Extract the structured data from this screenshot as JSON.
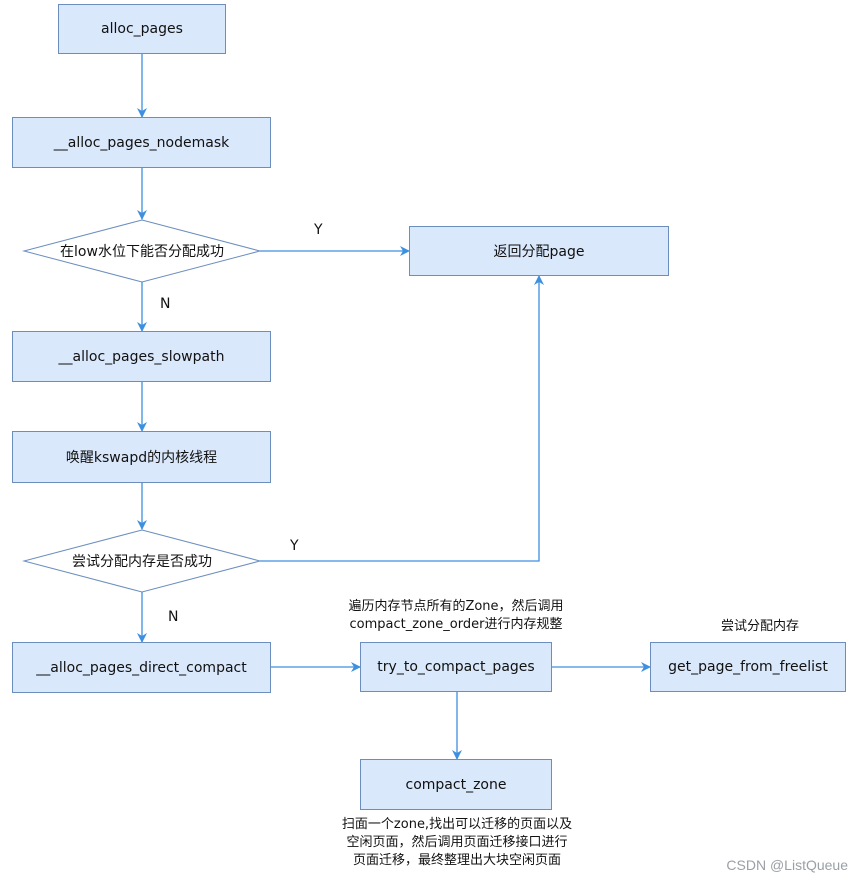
{
  "nodes": {
    "alloc_pages": "alloc_pages",
    "alloc_pages_nodemask": "__alloc_pages_nodemask",
    "decision_low_watermark": "在low水位下能否分配成功",
    "return_page": "返回分配page",
    "alloc_pages_slowpath": "__alloc_pages_slowpath",
    "wake_kswapd": "唤醒kswapd的内核线程",
    "decision_try_alloc": "尝试分配内存是否成功",
    "alloc_pages_direct_compact": "__alloc_pages_direct_compact",
    "try_to_compact_pages": "try_to_compact_pages",
    "get_page_from_freelist": "get_page_from_freelist",
    "compact_zone": "compact_zone"
  },
  "edge_labels": {
    "y1": "Y",
    "n1": "N",
    "y2": "Y",
    "n2": "N"
  },
  "notes": {
    "try_compact_line1": "遍历内存节点所有的Zone，然后调用",
    "try_compact_line2": "compact_zone_order进行内存规整",
    "freelist": "尝试分配内存",
    "compact_zone_line1": "扫面一个zone,找出可以迁移的页面以及",
    "compact_zone_line2": "空闲页面，然后调用页面迁移接口进行",
    "compact_zone_line3": "页面迁移，最终整理出大块空闲页面"
  },
  "watermark": "CSDN @ListQueue",
  "colors": {
    "box_fill": "#dae8fc",
    "box_stroke": "#6c8ebf",
    "arrow": "#3d8fe0"
  }
}
